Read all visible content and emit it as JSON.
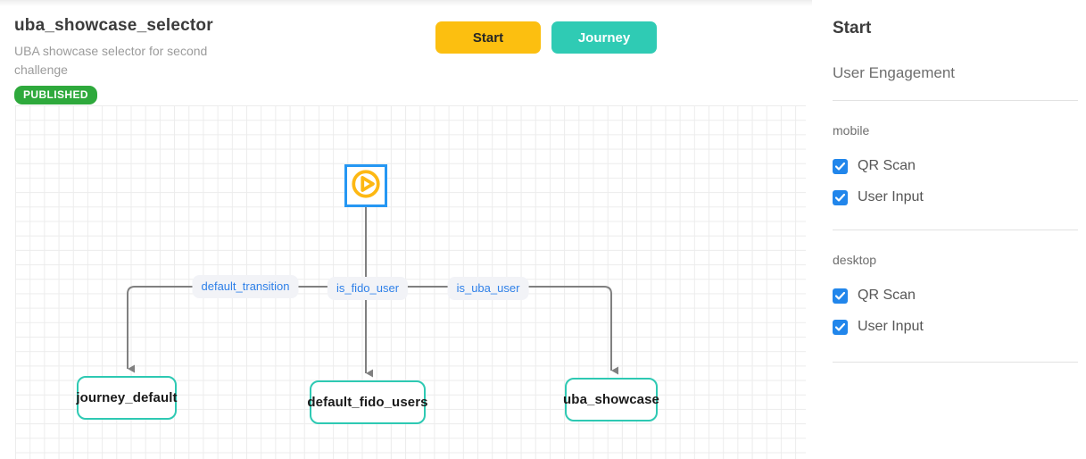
{
  "header": {
    "title": "uba_showcase_selector",
    "subtitle": "UBA showcase selector for second challenge",
    "status_badge": "PUBLISHED"
  },
  "toolbar": {
    "buttons": [
      {
        "label": "Start",
        "color": "#FCBF10"
      },
      {
        "label": "Journey",
        "color": "#2FCBB4"
      }
    ]
  },
  "flow": {
    "start_node": {
      "type": "start",
      "icon": "play-icon"
    },
    "edges": [
      {
        "label": "default_transition",
        "target": "journey_default"
      },
      {
        "label": "is_fido_user",
        "target": "default_fido_users"
      },
      {
        "label": "is_uba_user",
        "target": "uba_showcase"
      }
    ],
    "nodes": [
      {
        "label": "journey_default"
      },
      {
        "label": "default_fido_users"
      },
      {
        "label": "uba_showcase"
      }
    ]
  },
  "sidebar": {
    "title": "Start",
    "subtitle": "User Engagement",
    "sections": [
      {
        "label": "mobile",
        "options": [
          {
            "label": "QR Scan",
            "checked": true
          },
          {
            "label": "User Input",
            "checked": true
          }
        ]
      },
      {
        "label": "desktop",
        "options": [
          {
            "label": "QR Scan",
            "checked": true
          },
          {
            "label": "User Input",
            "checked": true
          }
        ]
      }
    ]
  },
  "colors": {
    "accent_yellow": "#FCBF10",
    "accent_teal": "#2FCBB4",
    "start_node_border_blue": "#2597F3",
    "play_icon_yellow": "#FDB813",
    "edge_label_blue": "#2F80E8",
    "edge_line_gray": "#808080",
    "published_green": "#2EA93C",
    "checkbox_blue": "#2186EB"
  }
}
